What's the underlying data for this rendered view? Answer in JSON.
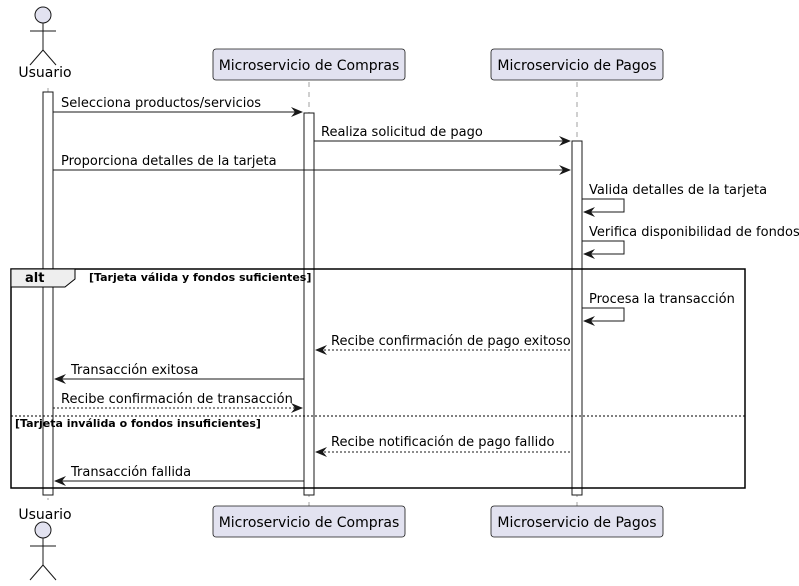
{
  "participants": {
    "user": {
      "label": "Usuario"
    },
    "compras": {
      "label": "Microservicio de Compras"
    },
    "pagos": {
      "label": "Microservicio de Pagos"
    }
  },
  "messages": [
    {
      "text": "Selecciona productos/servicios",
      "from": "user",
      "to": "compras",
      "style": "solid"
    },
    {
      "text": "Realiza solicitud de pago",
      "from": "compras",
      "to": "pagos",
      "style": "solid"
    },
    {
      "text": "Proporciona detalles de la tarjeta",
      "from": "user",
      "to": "pagos",
      "style": "solid"
    },
    {
      "text": "Valida detalles de la tarjeta",
      "from": "pagos",
      "to": "pagos",
      "style": "self"
    },
    {
      "text": "Verifica disponibilidad de fondos",
      "from": "pagos",
      "to": "pagos",
      "style": "self"
    },
    {
      "text": "Procesa la transacción",
      "from": "pagos",
      "to": "pagos",
      "style": "self"
    },
    {
      "text": "Recibe confirmación de pago exitoso",
      "from": "pagos",
      "to": "compras",
      "style": "dashed"
    },
    {
      "text": "Transacción exitosa",
      "from": "compras",
      "to": "user",
      "style": "solid"
    },
    {
      "text": "Recibe confirmación de transacción",
      "from": "user",
      "to": "compras",
      "style": "dashed"
    },
    {
      "text": "Recibe notificación de pago fallido",
      "from": "pagos",
      "to": "compras",
      "style": "dashed"
    },
    {
      "text": "Transacción fallida",
      "from": "compras",
      "to": "user",
      "style": "solid"
    }
  ],
  "alt": {
    "keyword": "alt",
    "guard1": "[Tarjeta válida y fondos suficientes]",
    "guard2": "[Tarjeta inválida o fondos insuficientes]"
  },
  "colors": {
    "participant_fill": "#E2E2F0",
    "participant_stroke": "#181818",
    "lifeline": "#A0A0A0",
    "activation_fill": "#FFFFFF",
    "line": "#181818"
  }
}
